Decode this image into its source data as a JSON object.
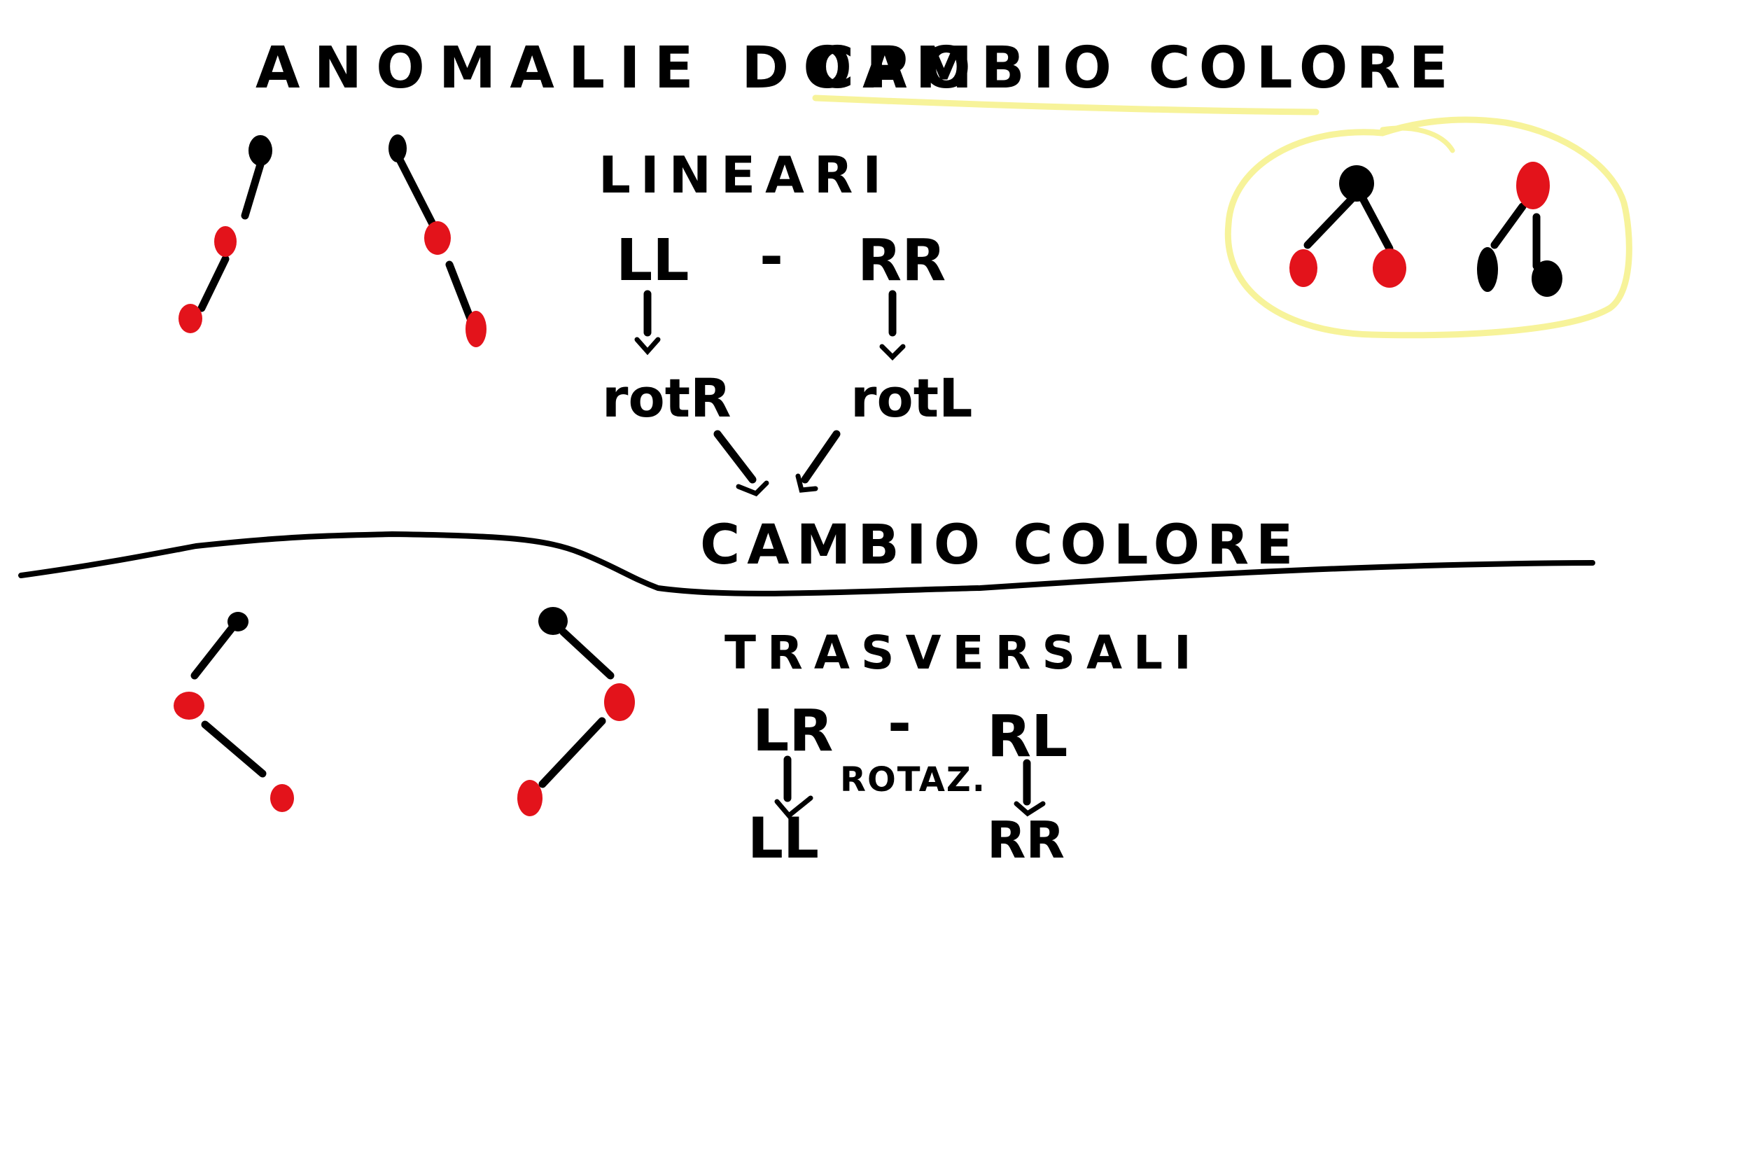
{
  "title": {
    "prefix": "ANOMALIE DOPO",
    "highlighted": "CAMBIO COLORE"
  },
  "linear": {
    "heading": "LINEARI",
    "left_case": "LL",
    "separator": "-",
    "right_case": "RR",
    "left_rotation": "rotR",
    "right_rotation": "rotL"
  },
  "recolor": {
    "label": "CAMBIO COLORE"
  },
  "transversal": {
    "heading": "TRASVERSALI",
    "left_case": "LR",
    "separator": "-",
    "right_case": "RL",
    "rotation": "ROTAZ.",
    "left_result": "LL",
    "right_result": "RR"
  },
  "colors": {
    "black_node": "#000000",
    "red_node": "#e3131b",
    "highlight": "#f7f39a",
    "ink": "#000000",
    "background": "#ffffff"
  }
}
